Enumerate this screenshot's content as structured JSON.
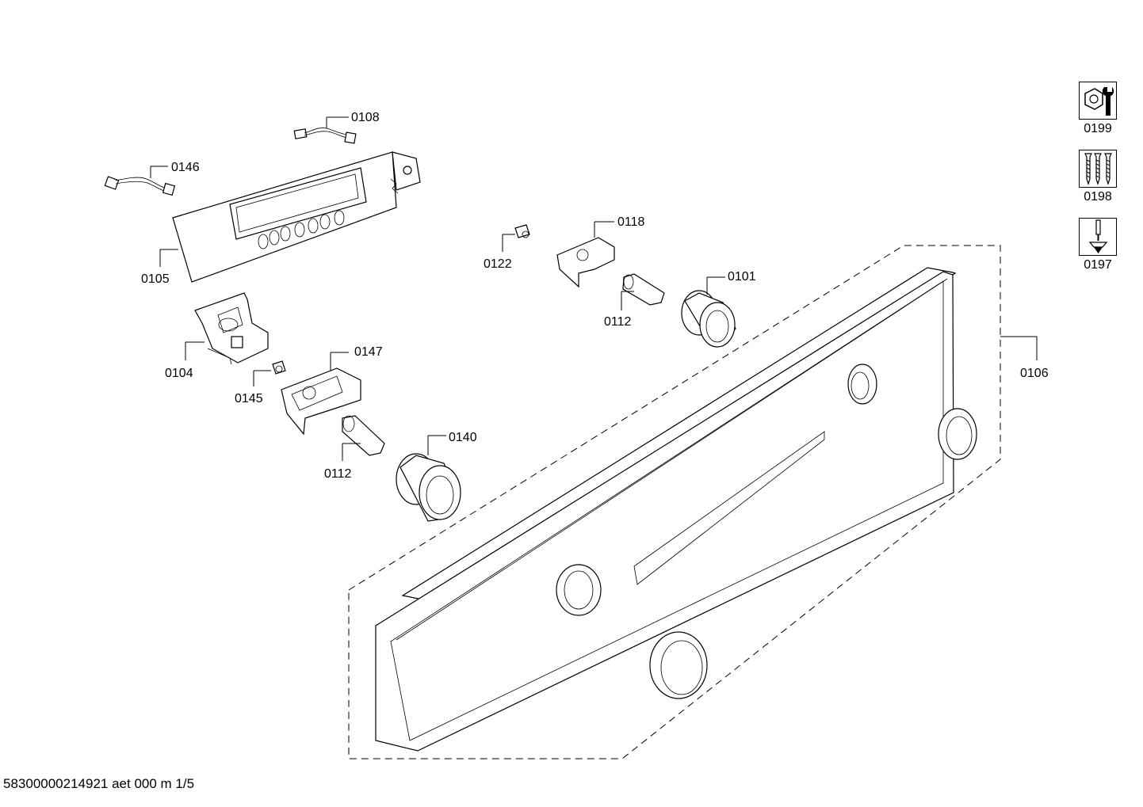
{
  "labels": {
    "p0108": "0108",
    "p0146": "0146",
    "p0105": "0105",
    "p0104": "0104",
    "p0145": "0145",
    "p0147": "0147",
    "p0112a": "0112",
    "p0112b": "0112",
    "p0140": "0140",
    "p0122": "0122",
    "p0118": "0118",
    "p0101": "0101",
    "p0106": "0106"
  },
  "kits": [
    {
      "label": "0199",
      "icon": "nut-wrench-icon"
    },
    {
      "label": "0198",
      "icon": "screws-icon"
    },
    {
      "label": "0197",
      "icon": "screwdriver-icon"
    }
  ],
  "footer": "58300000214921 aet 000 m 1/5"
}
